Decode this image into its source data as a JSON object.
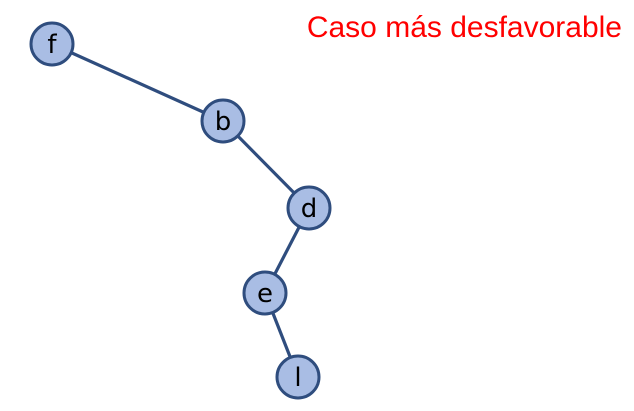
{
  "title": "Caso más desfavorable",
  "colors": {
    "title": "#ff0000",
    "node_fill": "#a9bde4",
    "node_stroke": "#2f4d7e",
    "edge": "#2f4d7e"
  },
  "tree": {
    "nodes": [
      {
        "id": "f",
        "label": "f"
      },
      {
        "id": "b",
        "label": "b"
      },
      {
        "id": "d",
        "label": "d"
      },
      {
        "id": "e",
        "label": "e"
      },
      {
        "id": "l",
        "label": "l"
      }
    ],
    "edges": [
      {
        "from": "f",
        "to": "b"
      },
      {
        "from": "b",
        "to": "d"
      },
      {
        "from": "d",
        "to": "e"
      },
      {
        "from": "e",
        "to": "l"
      }
    ]
  }
}
